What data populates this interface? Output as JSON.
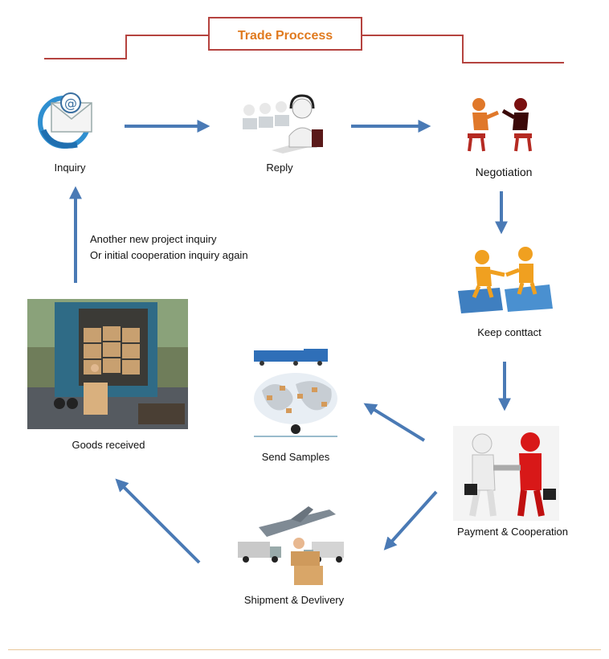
{
  "title": "Trade Proccess",
  "steps": {
    "inquiry": "Inquiry",
    "reply": "Reply",
    "negotiation": "Negotiation",
    "keep_contact": "Keep conttact",
    "payment": "Payment & Cooperation",
    "send_samples": "Send Samples",
    "shipment": "Shipment & Devlivery",
    "goods_received": "Goods received"
  },
  "note": {
    "line1": "Another new project inquiry",
    "line2": "Or initial cooperation inquiry again"
  },
  "colors": {
    "header_line": "#b5433f",
    "title_text": "#e07a1f",
    "arrow": "#4a7ab5",
    "footer_line": "#e8c79a"
  },
  "icons": [
    "email-icon",
    "call-center-icon",
    "negotiation-figures-icon",
    "puzzle-handshake-icon",
    "handshake-icon",
    "world-map-icon",
    "shipment-icon",
    "container-truck-photo"
  ]
}
